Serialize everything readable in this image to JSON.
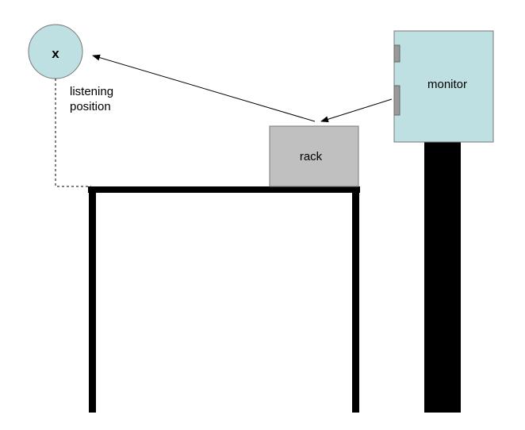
{
  "diagram": {
    "listening_marker": "x",
    "listening_label_line1": "listening",
    "listening_label_line2": "position",
    "rack_label": "rack",
    "monitor_label": "monitor"
  },
  "colors": {
    "background": "#ffffff",
    "listening_circle_fill": "#bfe0e3",
    "rack_fill": "#c0c0c0",
    "monitor_fill": "#bfe0e3",
    "monitor_tab_fill": "#999999",
    "structure": "#000000",
    "outline": "#666666"
  }
}
